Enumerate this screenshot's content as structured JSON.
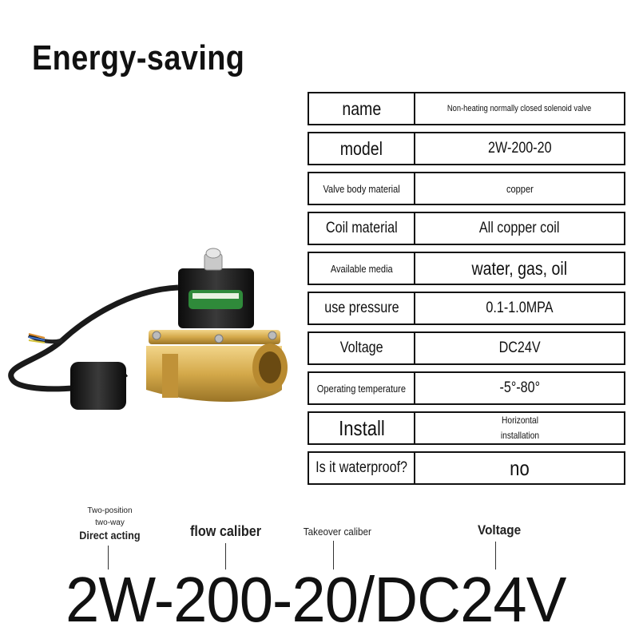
{
  "headline": "Energy-saving",
  "specs": [
    {
      "key": "name",
      "value": "Non-heating normally closed solenoid valve"
    },
    {
      "key": "model",
      "value": "2W-200-20"
    },
    {
      "key": "Valve body material",
      "value": "copper"
    },
    {
      "key": "Coil material",
      "value": "All copper coil"
    },
    {
      "key": "Available media",
      "value": "water, gas, oil"
    },
    {
      "key": "use pressure",
      "value": "0.1-1.0MPA"
    },
    {
      "key": "Voltage",
      "value": "DC24V"
    },
    {
      "key": "Operating temperature",
      "value": "-5°-80°"
    },
    {
      "key": "Install",
      "value": "Horizontal installation"
    },
    {
      "key": "Is it waterproof?",
      "value": "no"
    }
  ],
  "callouts": {
    "function_note_1": "Two-position",
    "function_note_2": "two-way",
    "function_label": "Direct acting",
    "flow_label": "flow caliber",
    "takeover_label": "Takeover caliber",
    "voltage_label": "Voltage"
  },
  "model_code": "2W-200-20/DC24V",
  "colors": {
    "brass": "#d4a94a",
    "coil": "#1a1a1a",
    "label_green": "#2f8a3a"
  }
}
